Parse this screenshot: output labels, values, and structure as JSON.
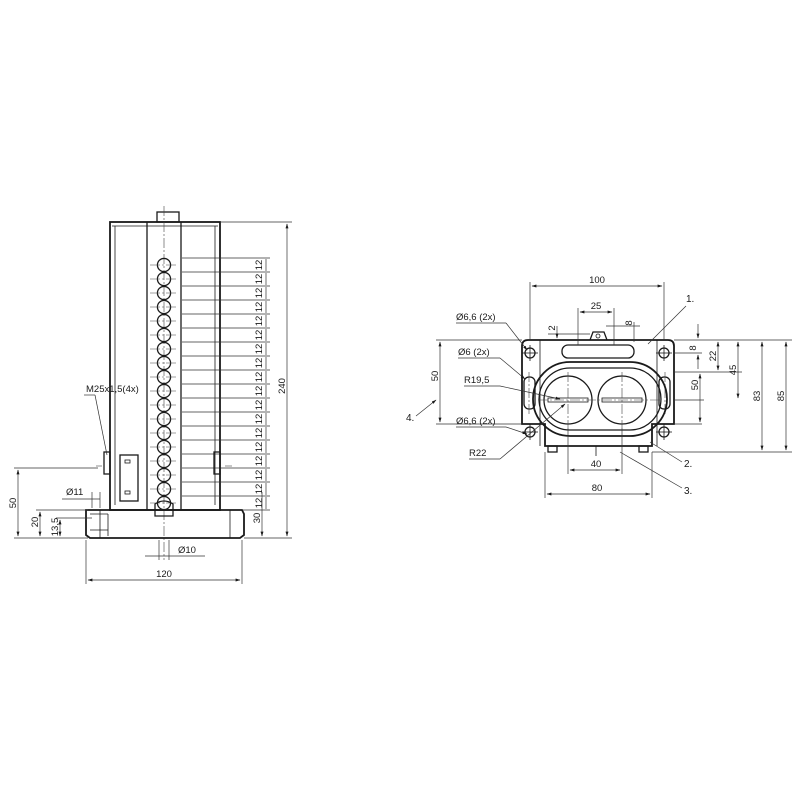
{
  "side_view": {
    "thread_label": "M25x1,5(4x)",
    "dim_overall_height": "240",
    "dim_pitch": "12",
    "pitch_count": 18,
    "dim_bottom_30": "30",
    "dim_height_50": "50",
    "dim_height_20": "20",
    "dim_height_13_5": "13,5",
    "dim_dia_11": "Ø11",
    "dim_dia_10": "Ø10",
    "dim_width_120": "120"
  },
  "front_view": {
    "dim_width_100": "100",
    "dim_25": "25",
    "dim_2": "2",
    "dim_8_top": "8",
    "dim_8_right": "8",
    "dim_22": "22",
    "dim_45": "45",
    "dim_50_right": "50",
    "dim_83": "83",
    "dim_85": "85",
    "dim_50_left": "50",
    "dim_40": "40",
    "dim_80": "80",
    "hole_6_6_top": "Ø6,6 (2x)",
    "hole_6": "Ø6 (2x)",
    "radius_19_5": "R19,5",
    "hole_6_6_bottom": "Ø6,6 (2x)",
    "radius_22": "R22"
  },
  "callouts": {
    "item_1": "1.",
    "item_2": "2.",
    "item_3": "3.",
    "item_4": "4."
  }
}
